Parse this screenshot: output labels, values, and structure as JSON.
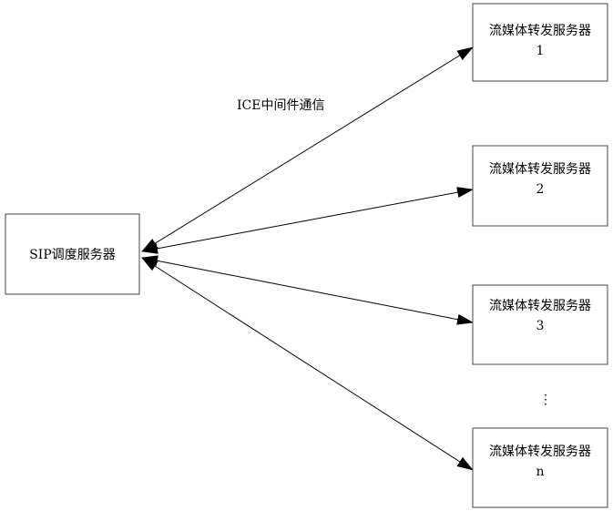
{
  "diagram": {
    "source_node": {
      "label": "SIP调度服务器"
    },
    "edge_label": "ICE中间件通信",
    "target_nodes": [
      {
        "line1": "流媒体转发服务器",
        "line2": "1"
      },
      {
        "line1": "流媒体转发服务器",
        "line2": "2"
      },
      {
        "line1": "流媒体转发服务器",
        "line2": "3"
      },
      {
        "line1": "流媒体转发服务器",
        "line2": "n"
      }
    ],
    "ellipsis": "⋮",
    "edge_style": "bidirectional-arrow",
    "colors": {
      "stroke": "#000000",
      "box_border": "#444444",
      "background": "#ffffff"
    }
  }
}
